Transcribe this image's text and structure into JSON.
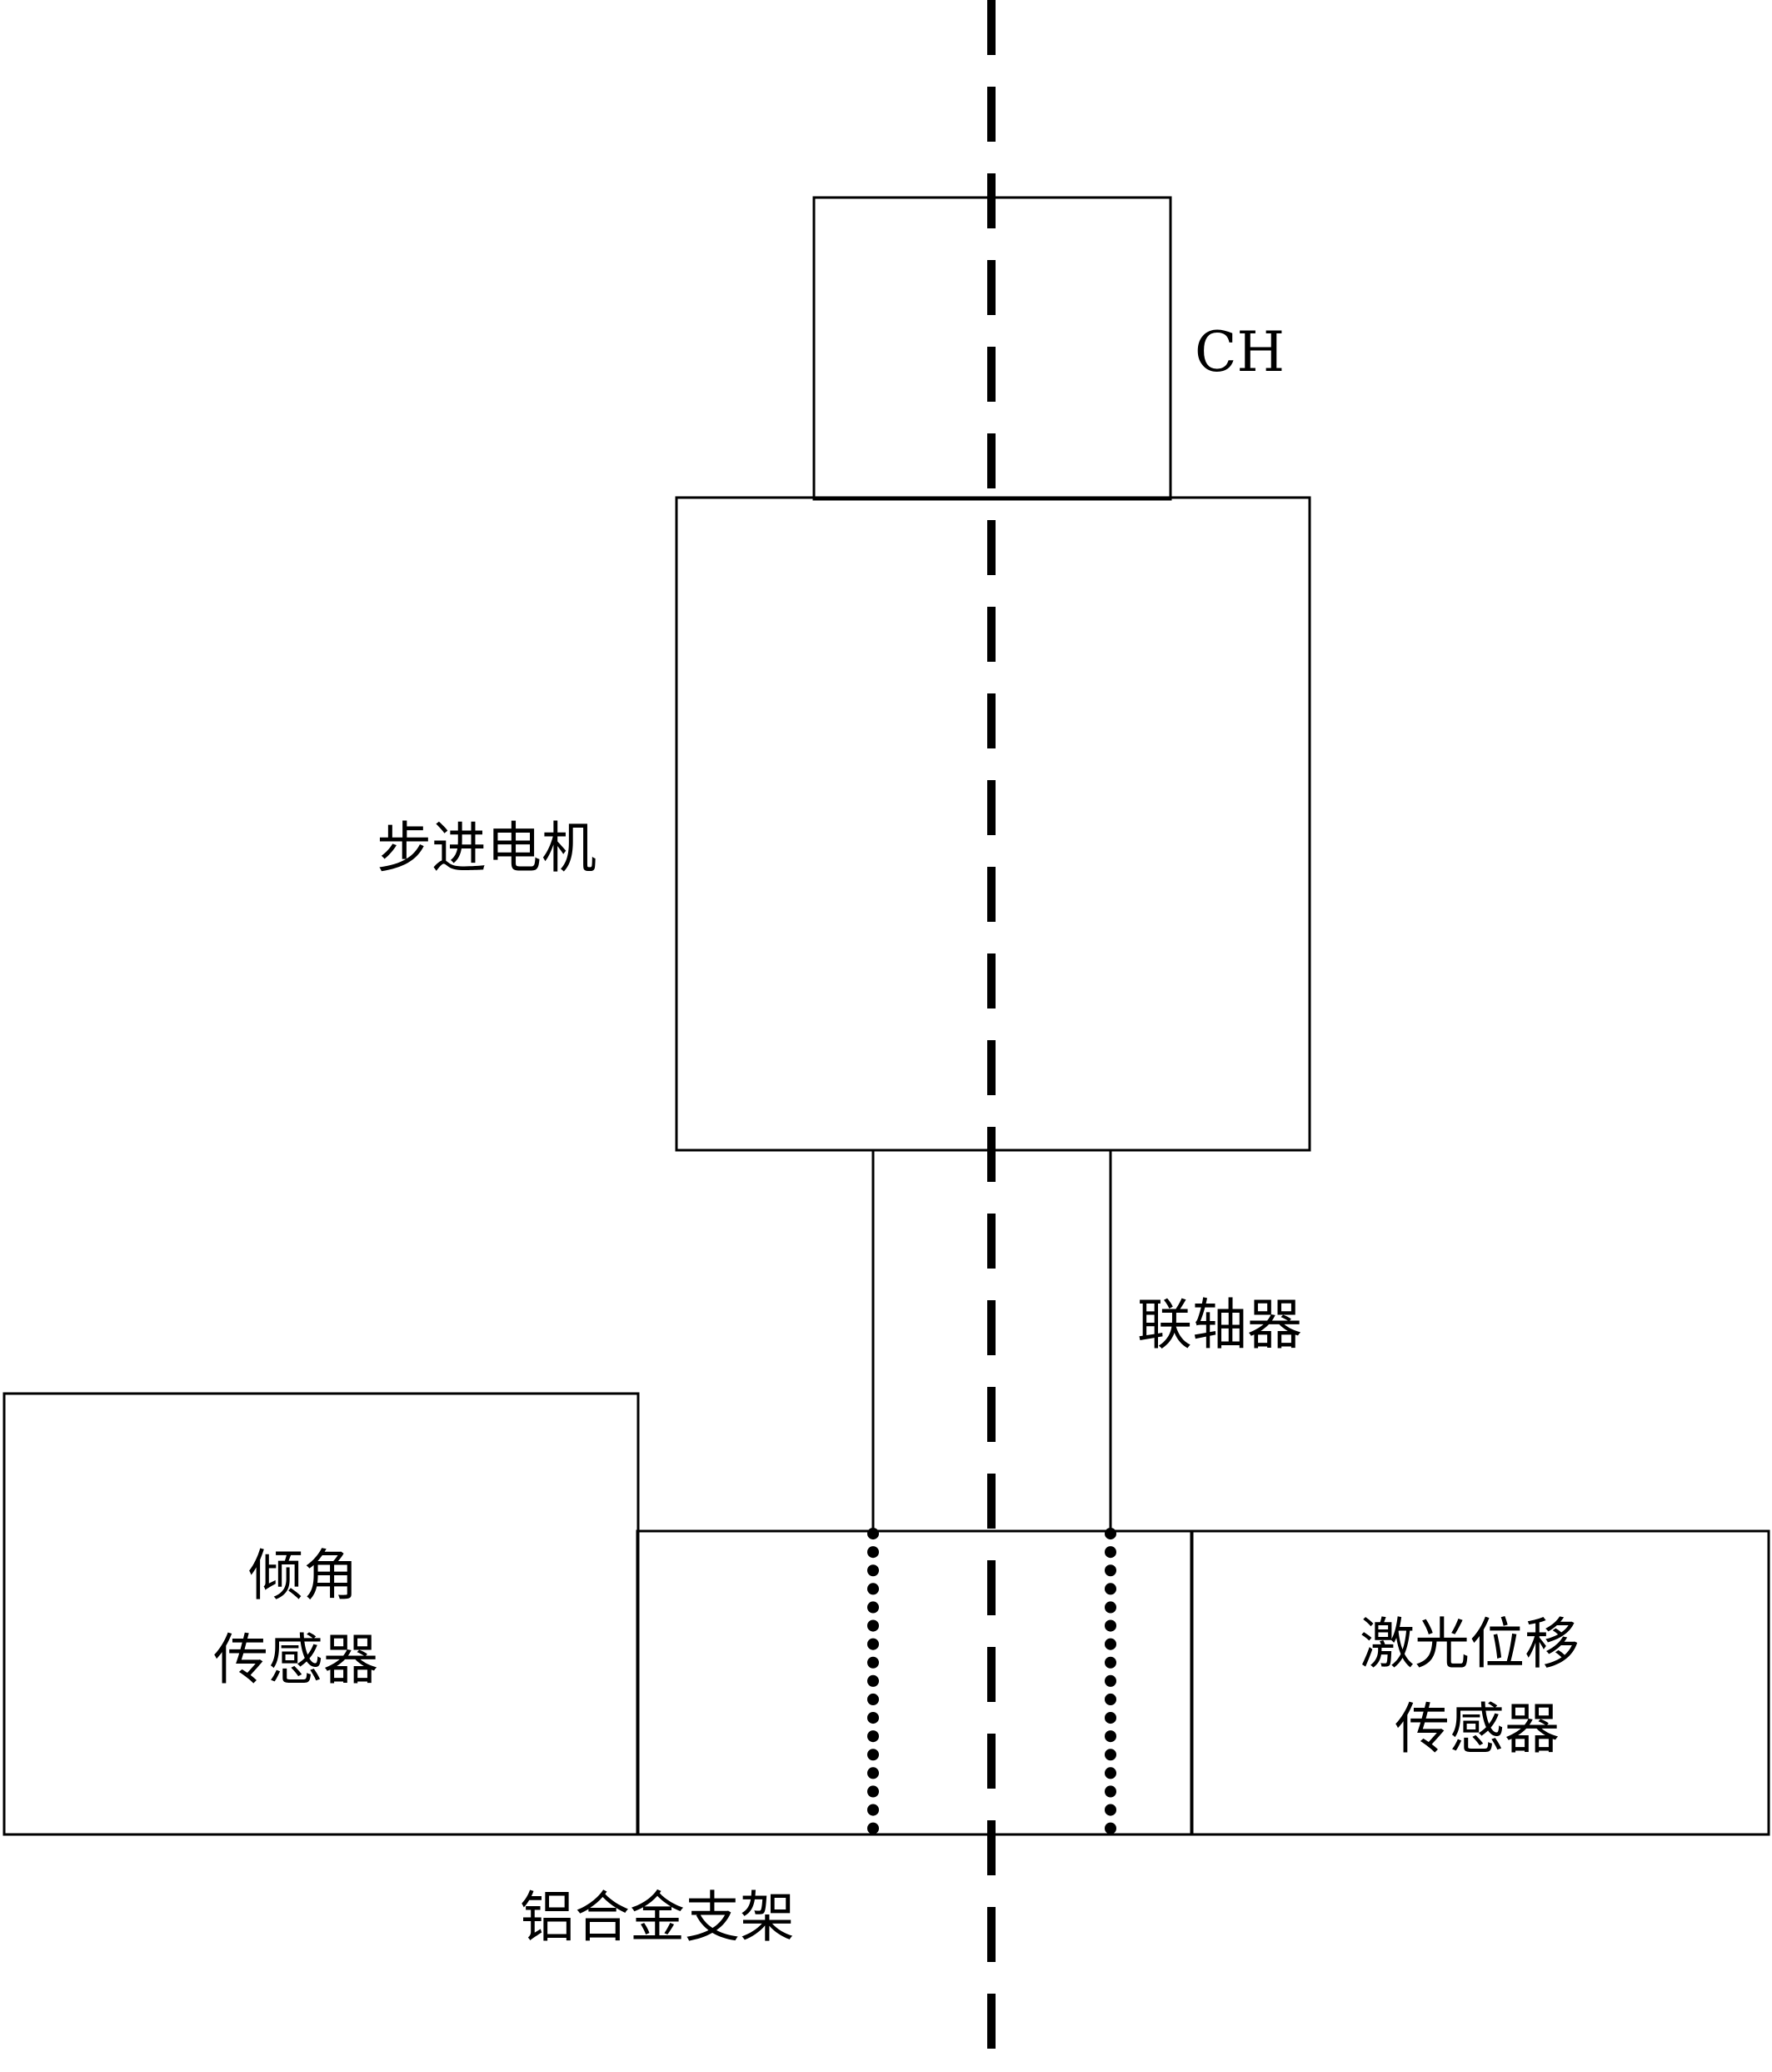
{
  "labels": {
    "ch": "CH",
    "stepper_motor": "步进电机",
    "coupling": "联轴器",
    "tilt_sensor_line1": "倾角",
    "tilt_sensor_line2": "传感器",
    "laser_sensor_line1": "激光位移",
    "laser_sensor_line2": "传感器",
    "aluminum_bracket": "铝合金支架"
  }
}
